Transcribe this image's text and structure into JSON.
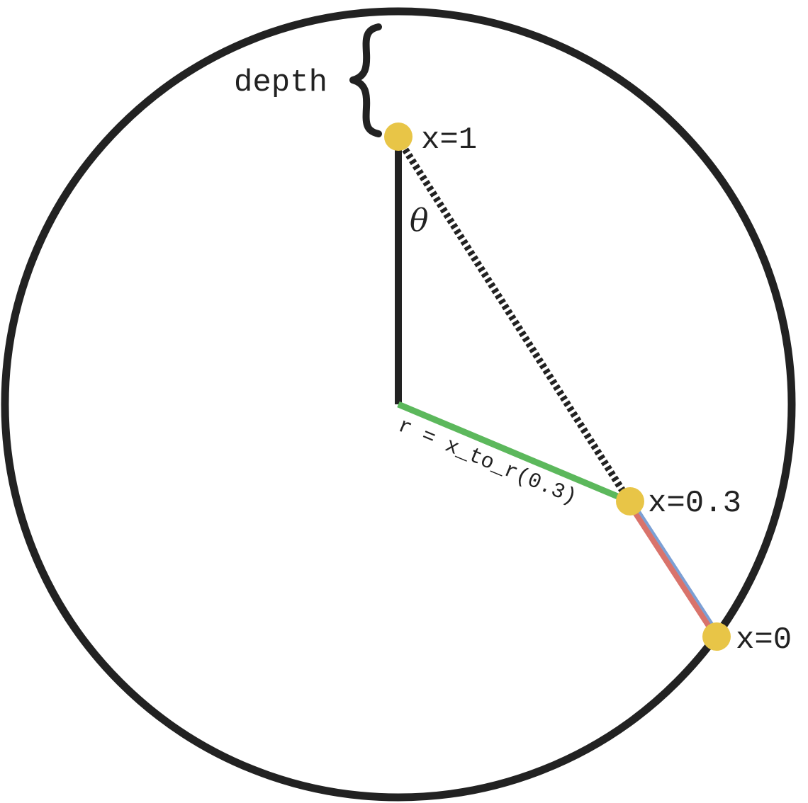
{
  "labels": {
    "depth": "depth",
    "x1": "x=1",
    "x03": "x=0.3",
    "x0": "x=0",
    "theta": "θ",
    "radius_formula": "r = x_to_r(0.3)"
  },
  "colors": {
    "outline": "#222222",
    "point": "#e8c547",
    "radius_line": "#5cb85c",
    "segment_red": "#d9736b",
    "segment_blue": "#7b9fd4"
  }
}
